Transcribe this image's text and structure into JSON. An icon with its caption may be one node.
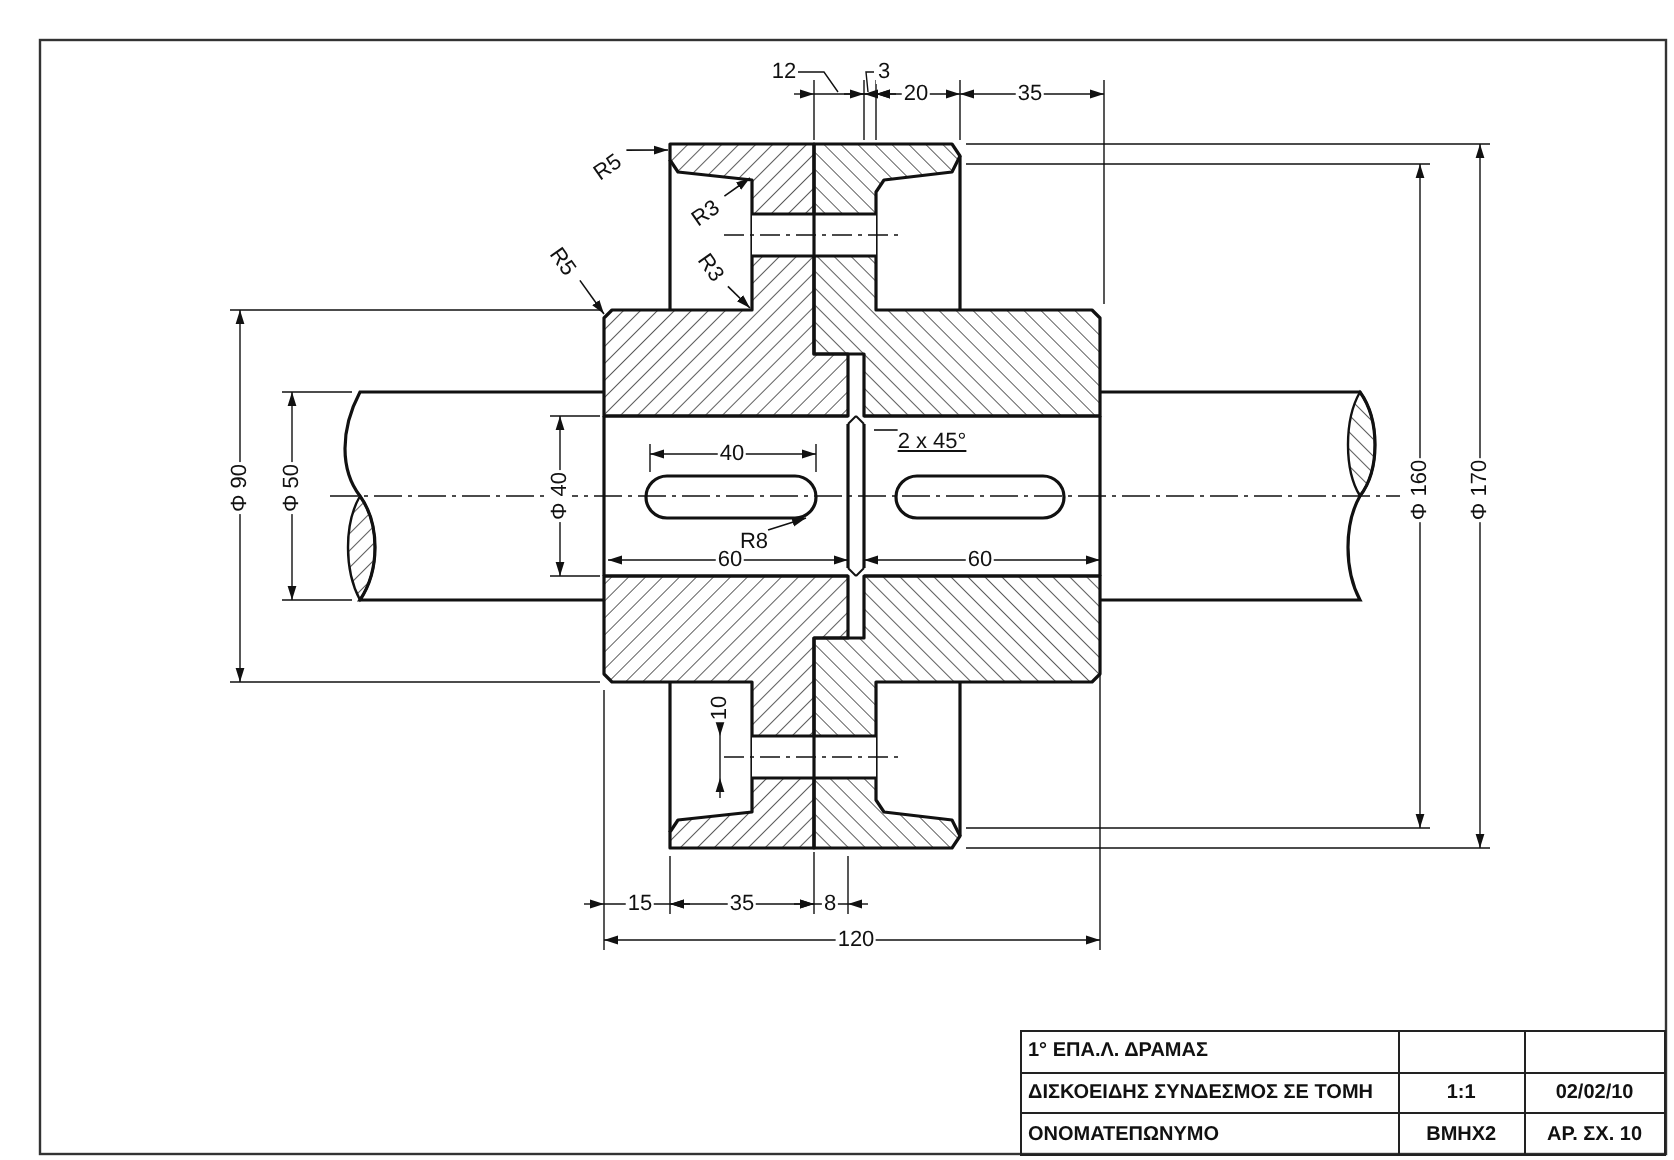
{
  "diagram": {
    "nodes": [
      {
        "text": [
          "R5"
        ]
      },
      {
        "text": [
          "R3"
        ]
      },
      {
        "text": [
          "R3"
        ]
      },
      {
        "text": [
          "R5"
        ]
      },
      {
        "text": [
          "R8"
        ]
      },
      {
        "text": [
          "2 x 45°"
        ]
      }
    ],
    "edges": [
      {
        "from": 0,
        "to": null,
        "arrow": "to"
      },
      {
        "from": 1,
        "to": null,
        "arrow": "to"
      },
      {
        "from": 2,
        "to": null,
        "arrow": "to"
      },
      {
        "from": 3,
        "to": null,
        "arrow": "to"
      },
      {
        "from": 4,
        "to": null,
        "arrow": "to"
      },
      {
        "from": 5,
        "to": null,
        "arrow": "none"
      }
    ],
    "labels": [
      "12",
      "3",
      "20",
      "35",
      "Φ 90",
      "Φ 50",
      "Φ 40",
      "40",
      "60",
      "60",
      "Φ 160",
      "Φ 170",
      "10",
      "15",
      "35",
      "8",
      "120",
      "1° ΕΠΑ.Λ. ΔΡΑΜΑΣ",
      "ΔΙΣΚΟΕΙΔΗΣ ΣΥΝΔΕΣΜΟΣ ΣΕ ΤΟΜΗ",
      "1:1",
      "02/02/10",
      "ΟΝΟΜΑΤΕΠΩΝΥΜΟ",
      "ΒΜΗΧ2",
      "ΑΡ. ΣΧ. 10"
    ]
  }
}
